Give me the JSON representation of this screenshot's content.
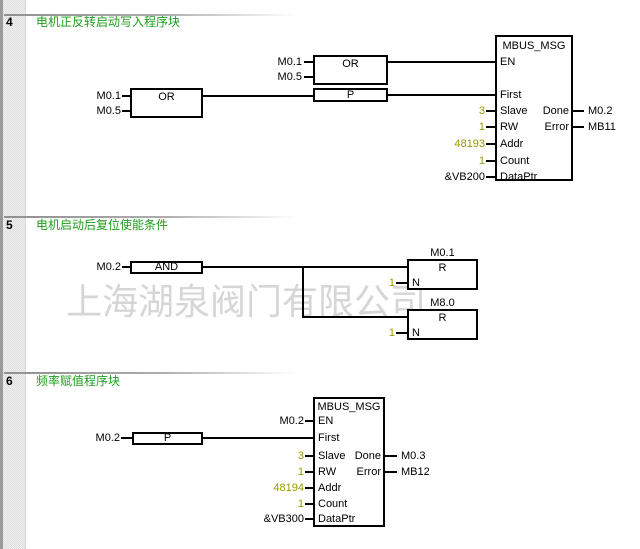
{
  "watermark": "上海湖泉阀门有限公司",
  "colors": {
    "comment_green": "#1e9e1e",
    "constant_olive": "#9a9a00",
    "watermark_gray": "#d6d6d6",
    "wire_black": "#000000"
  },
  "networks": [
    {
      "number": "4",
      "comment": "电机正反转启动写入程序块",
      "or_top": {
        "label": "OR",
        "inputs": [
          "M0.1",
          "M0.5"
        ]
      },
      "or_left": {
        "label": "OR",
        "inputs": [
          "M0.1",
          "M0.5"
        ]
      },
      "edge_block": {
        "label": "P"
      },
      "mbus": {
        "title": "MBUS_MSG",
        "in_ports": [
          "EN",
          "First",
          "Slave",
          "RW",
          "Addr",
          "Count",
          "DataPtr"
        ],
        "out_ports": [
          "Done",
          "Error"
        ],
        "values": {
          "slave": "3",
          "rw": "1",
          "addr": "48193",
          "count": "1",
          "dataptr": "&VB200"
        },
        "outputs": {
          "done": "M0.2",
          "error": "MB11"
        }
      }
    },
    {
      "number": "5",
      "comment": "电机启动后复位使能条件",
      "and_block": {
        "label": "AND",
        "input": "M0.2"
      },
      "resets": [
        {
          "operand": "M0.1",
          "label": "R",
          "port": "N",
          "n_value": "1"
        },
        {
          "operand": "M8.0",
          "label": "R",
          "port": "N",
          "n_value": "1"
        }
      ]
    },
    {
      "number": "6",
      "comment": "频率赋值程序块",
      "edge_block": {
        "label": "P",
        "input": "M0.2"
      },
      "en_input": "M0.2",
      "mbus": {
        "title": "MBUS_MSG",
        "in_ports": [
          "EN",
          "First",
          "Slave",
          "RW",
          "Addr",
          "Count",
          "DataPtr"
        ],
        "out_ports": [
          "Done",
          "Error"
        ],
        "values": {
          "slave": "3",
          "rw": "1",
          "addr": "48194",
          "count": "1",
          "dataptr": "&VB300"
        },
        "outputs": {
          "done": "M0.3",
          "error": "MB12"
        }
      }
    }
  ]
}
